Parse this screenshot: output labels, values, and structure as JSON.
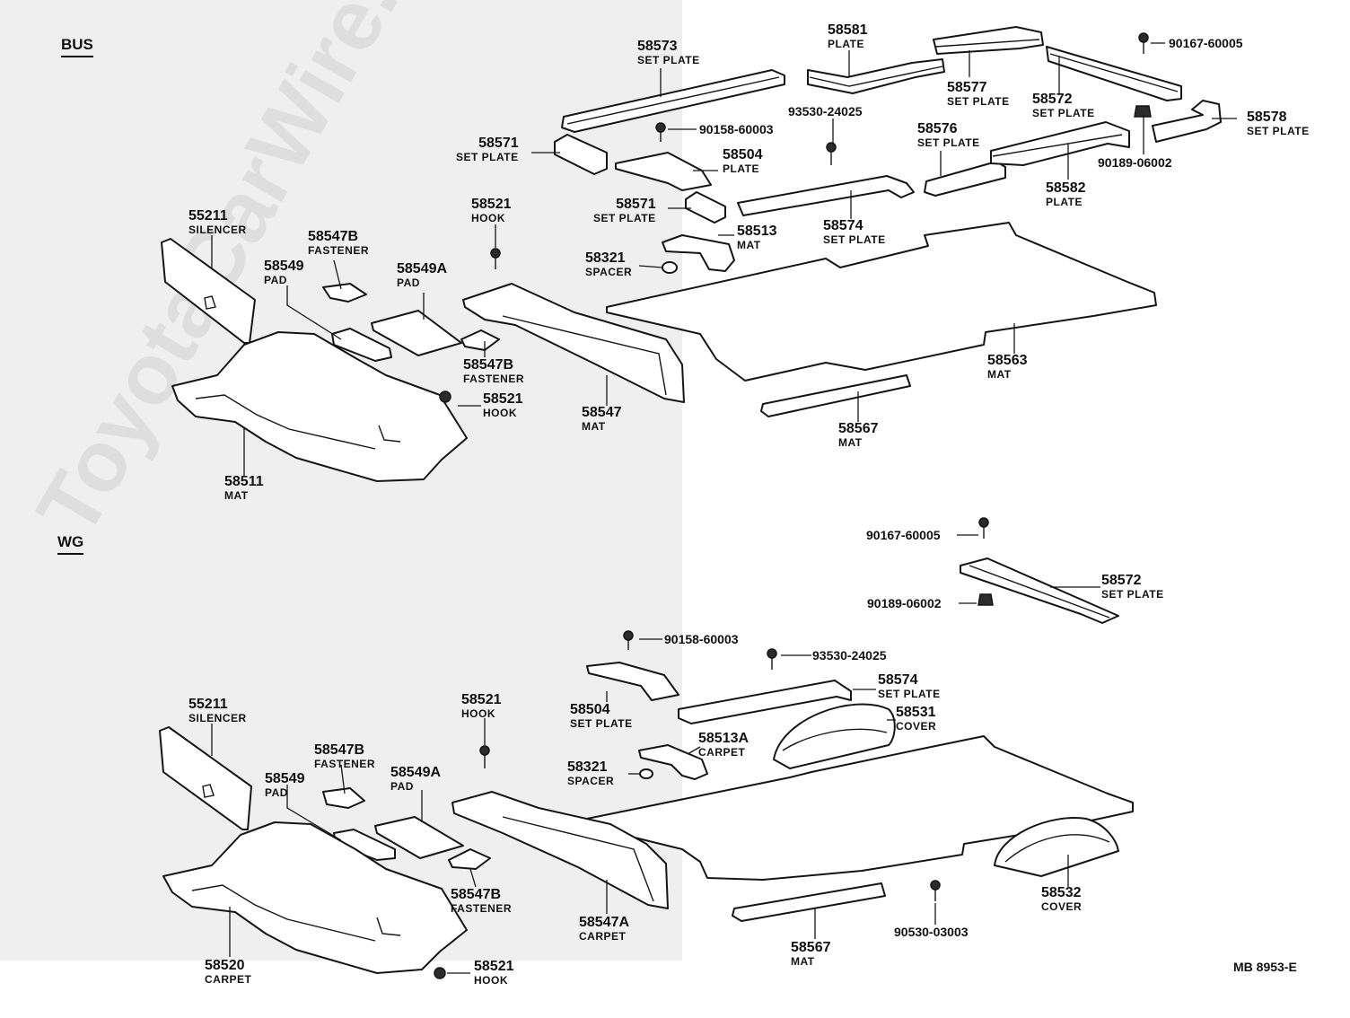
{
  "sections": {
    "top": "BUS",
    "bottom": "WG"
  },
  "watermark": "ToyotaCarWire.ru",
  "footer_ref": "MB  8953-E",
  "callouts": {
    "p58573": {
      "num": "58573",
      "name": "SET PLATE"
    },
    "p58581": {
      "num": "58581",
      "name": "PLATE"
    },
    "p58577": {
      "num": "58577",
      "name": "SET PLATE"
    },
    "p58572": {
      "num": "58572",
      "name": "SET PLATE"
    },
    "p90167": {
      "num": "90167-60005"
    },
    "p58578": {
      "num": "58578",
      "name": "SET PLATE"
    },
    "p90158": {
      "num": "90158-60003"
    },
    "p93530": {
      "num": "93530-24025"
    },
    "p58576": {
      "num": "58576",
      "name": "SET PLATE"
    },
    "p90189": {
      "num": "90189-06002"
    },
    "p58571a": {
      "num": "58571",
      "name": "SET PLATE"
    },
    "p58504": {
      "num": "58504",
      "name": "PLATE"
    },
    "p58582": {
      "num": "58582",
      "name": "PLATE"
    },
    "p58521a": {
      "num": "58521",
      "name": "HOOK"
    },
    "p58571b": {
      "num": "58571",
      "name": "SET PLATE"
    },
    "p58574": {
      "num": "58574",
      "name": "SET PLATE"
    },
    "p55211a": {
      "num": "55211",
      "name": "SILENCER"
    },
    "p58547Ba": {
      "num": "58547B",
      "name": "FASTENER"
    },
    "p58513": {
      "num": "58513",
      "name": "MAT"
    },
    "p58321a": {
      "num": "58321",
      "name": "SPACER"
    },
    "p58549a": {
      "num": "58549",
      "name": "PAD"
    },
    "p58549Aa": {
      "num": "58549A",
      "name": "PAD"
    },
    "p58547Bb": {
      "num": "58547B",
      "name": "FASTENER"
    },
    "p58563": {
      "num": "58563",
      "name": "MAT"
    },
    "p58521b": {
      "num": "58521",
      "name": "HOOK"
    },
    "p58547": {
      "num": "58547",
      "name": "MAT"
    },
    "p58567a": {
      "num": "58567",
      "name": "MAT"
    },
    "p58511": {
      "num": "58511",
      "name": "MAT"
    },
    "w90167": {
      "num": "90167-60005"
    },
    "w58572": {
      "num": "58572",
      "name": "SET PLATE"
    },
    "w90189": {
      "num": "90189-06002"
    },
    "w90158": {
      "num": "90158-60003"
    },
    "w93530": {
      "num": "93530-24025"
    },
    "w58574": {
      "num": "58574",
      "name": "SET PLATE"
    },
    "w58504": {
      "num": "58504",
      "name": "SET PLATE"
    },
    "w58531": {
      "num": "58531",
      "name": "COVER"
    },
    "w58521a": {
      "num": "58521",
      "name": "HOOK"
    },
    "w58513A": {
      "num": "58513A",
      "name": "CARPET"
    },
    "w55211": {
      "num": "55211",
      "name": "SILENCER"
    },
    "w58547Ba": {
      "num": "58547B",
      "name": "FASTENER"
    },
    "w58321": {
      "num": "58321",
      "name": "SPACER"
    },
    "w58549": {
      "num": "58549",
      "name": "PAD"
    },
    "w58549A": {
      "num": "58549A",
      "name": "PAD"
    },
    "w58532": {
      "num": "58532",
      "name": "COVER"
    },
    "w58547Bb": {
      "num": "58547B",
      "name": "FASTENER"
    },
    "w58547A": {
      "num": "58547A",
      "name": "CARPET"
    },
    "w90530": {
      "num": "90530-03003"
    },
    "w58567": {
      "num": "58567",
      "name": "MAT"
    },
    "w58520": {
      "num": "58520",
      "name": "CARPET"
    },
    "w58521b": {
      "num": "58521",
      "name": "HOOK"
    }
  }
}
